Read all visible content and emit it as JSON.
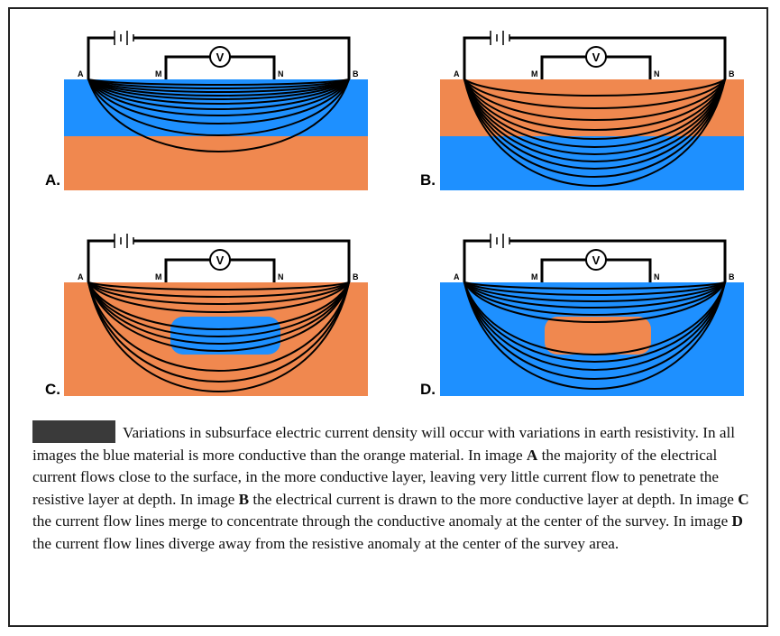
{
  "colors": {
    "blue": "#1e90ff",
    "orange": "#f0884f",
    "line": "#000000"
  },
  "panels": [
    {
      "id": "A",
      "label": "A.",
      "electrode_labels": [
        "A",
        "M",
        "N",
        "B"
      ],
      "meter_symbol": "V",
      "layering": "blue-over-orange"
    },
    {
      "id": "B",
      "label": "B.",
      "electrode_labels": [
        "A",
        "M",
        "N",
        "B"
      ],
      "meter_symbol": "V",
      "layering": "orange-over-blue"
    },
    {
      "id": "C",
      "label": "C.",
      "electrode_labels": [
        "A",
        "M",
        "N",
        "B"
      ],
      "meter_symbol": "V",
      "layering": "orange-with-blue-anomaly"
    },
    {
      "id": "D",
      "label": "D.",
      "electrode_labels": [
        "A",
        "M",
        "N",
        "B"
      ],
      "meter_symbol": "V",
      "layering": "blue-with-orange-anomaly"
    }
  ],
  "caption": {
    "t1": "Variations in subsurface electric current density will occur with variations in earth resistivity.  In all images the blue material is more conductive than the orange material.  In image ",
    "b1": "A",
    "t2": " the majority of the electrical current flows close to the surface, in the more conductive layer, leaving very little current flow to penetrate the resistive layer at depth.  In image ",
    "b2": "B",
    "t3": " the electrical current is drawn to the more conductive layer at depth. In image ",
    "b3": "C",
    "t4": " the current flow lines merge to concentrate through the conductive anomaly at the center of the survey.  In image ",
    "b4": "D",
    "t5": " the current flow lines diverge away from the resistive anomaly at the center of the survey area."
  }
}
